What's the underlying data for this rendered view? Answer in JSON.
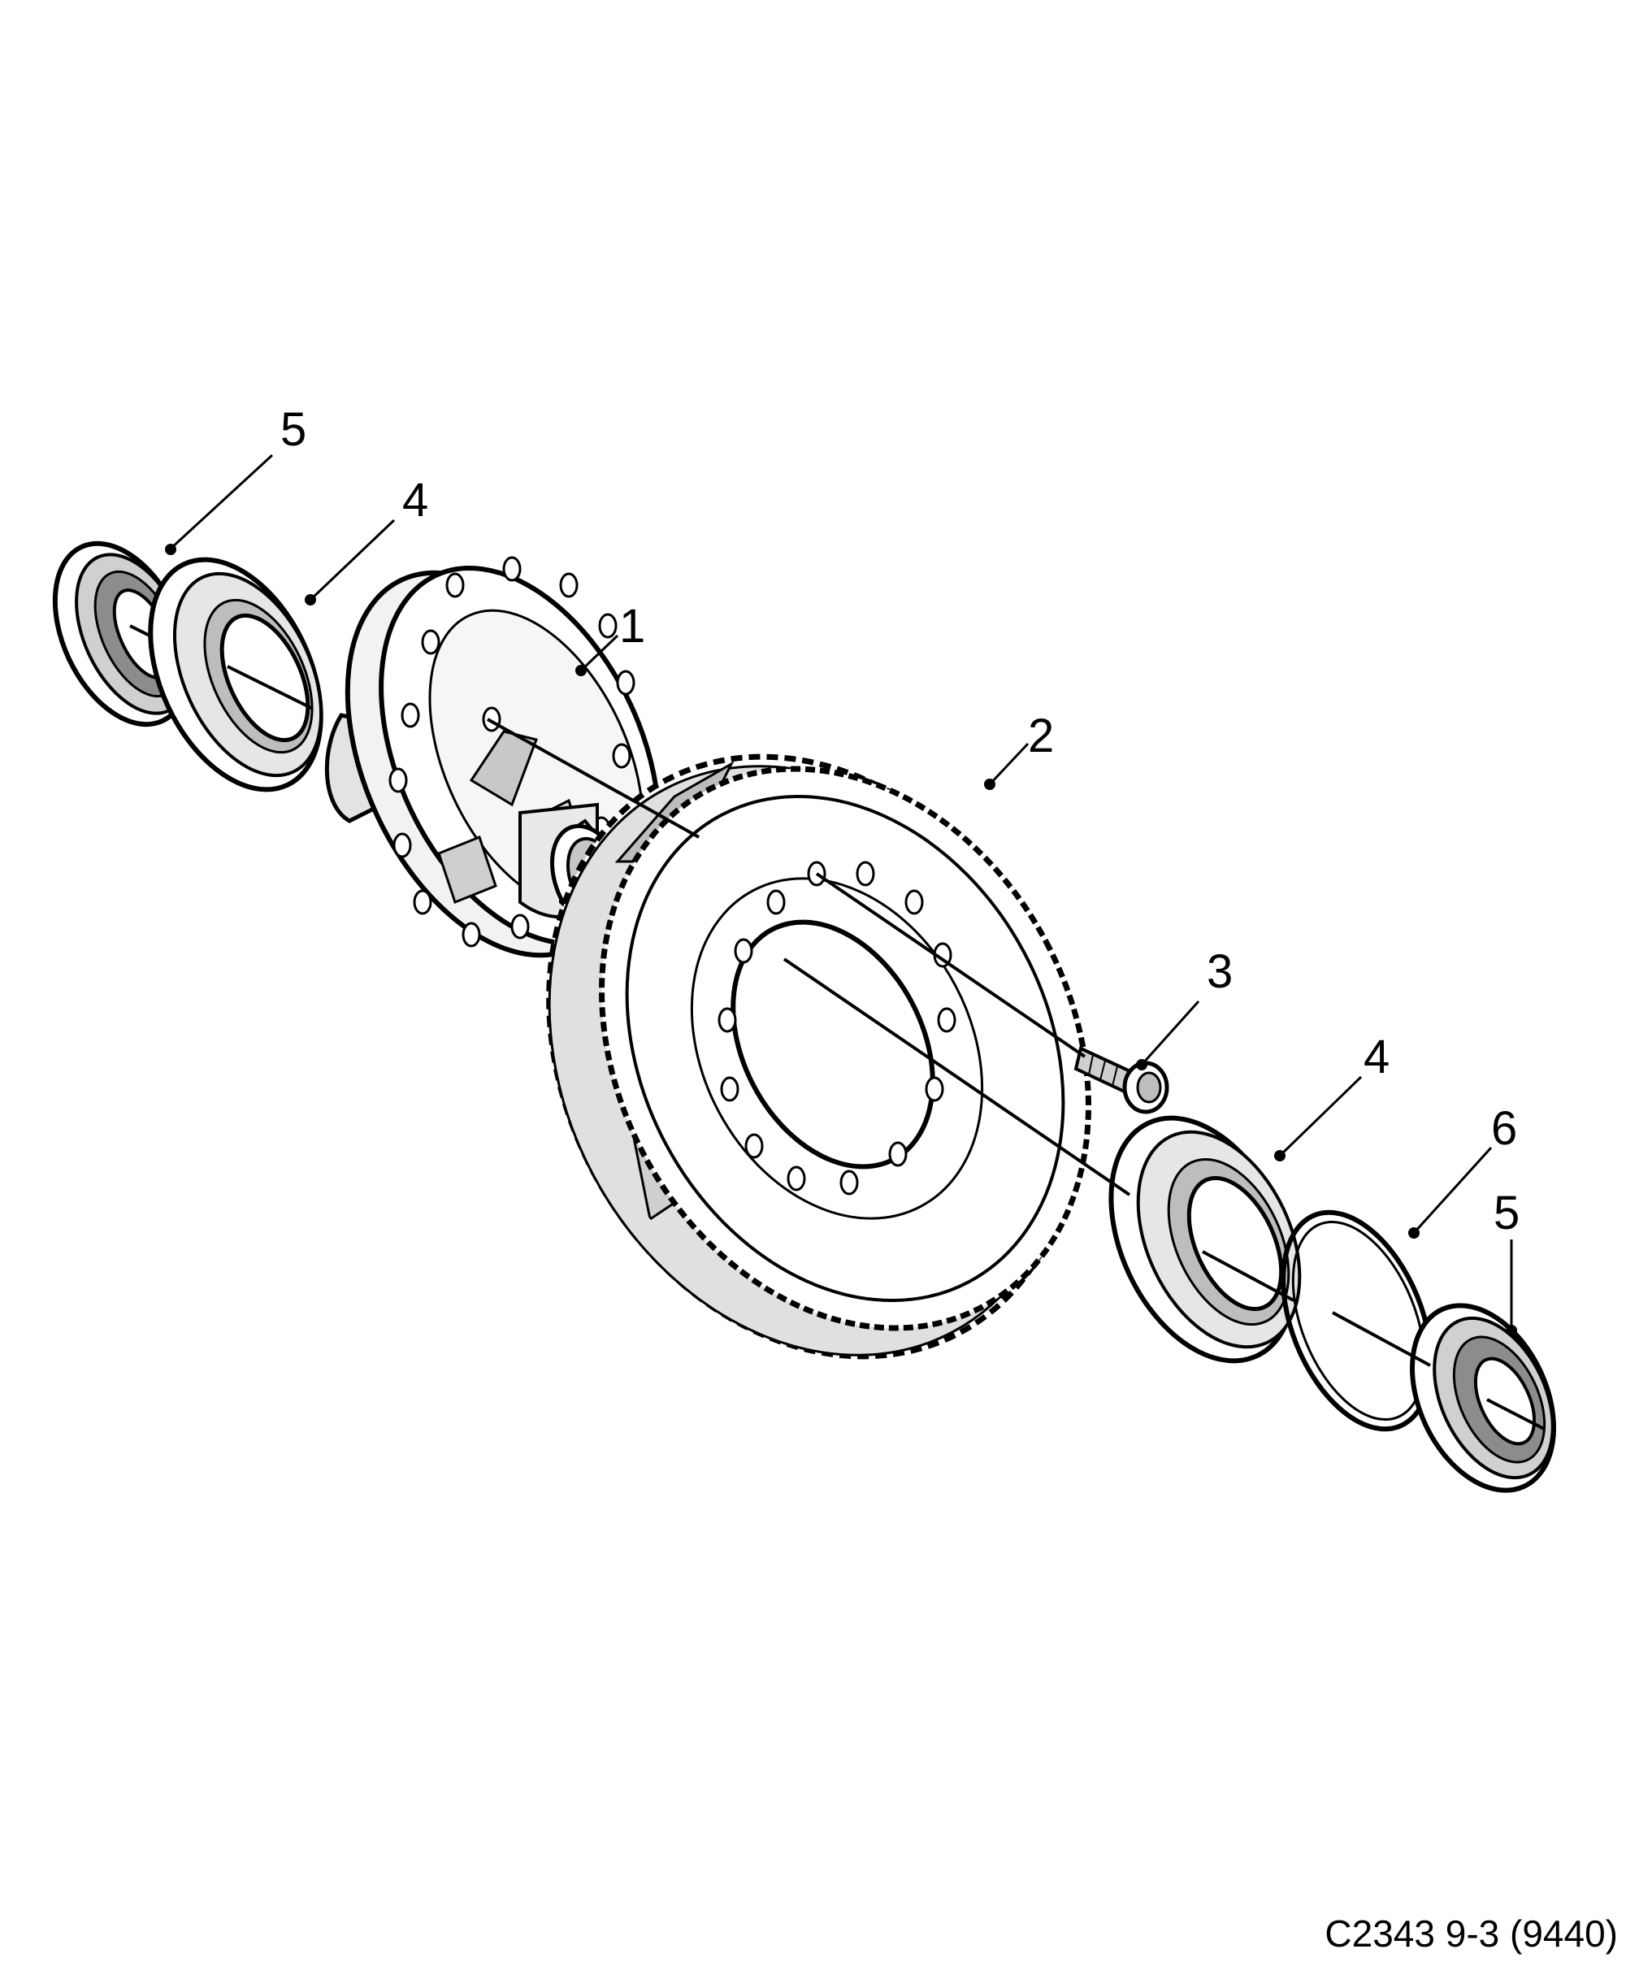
{
  "callouts": {
    "seal_left": "5",
    "bearing_left": "4",
    "housing": "1",
    "ring_gear": "2",
    "bolt": "3",
    "bearing_right": "4",
    "shim": "6",
    "seal_right": "5"
  },
  "caption": "C2343 9-3 (9440)"
}
